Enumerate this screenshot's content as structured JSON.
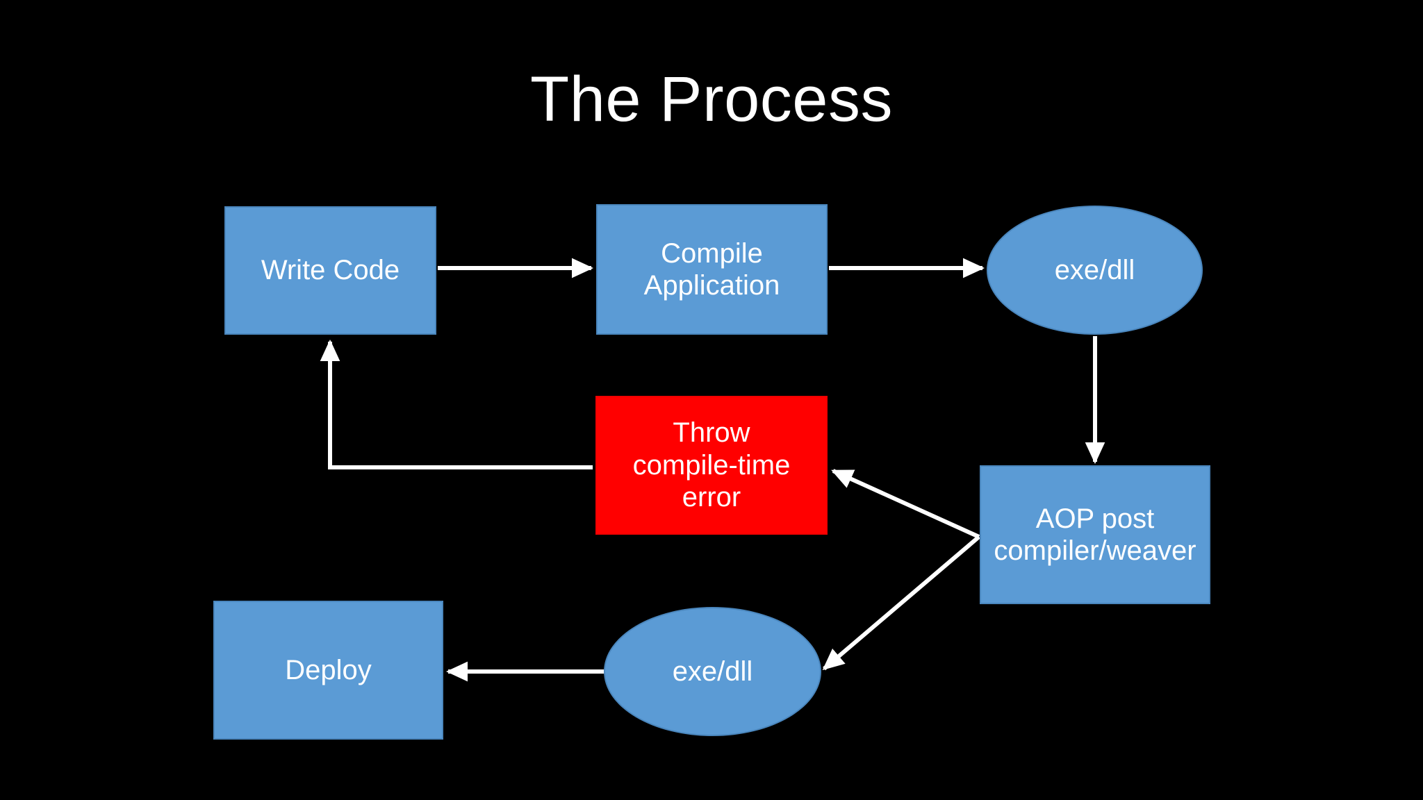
{
  "slide": {
    "title": "The Process",
    "background_color": "#000000",
    "title_color": "#ffffff",
    "accent_color": "#5B9BD5",
    "danger_color": "#FF0000",
    "connector_color": "#FFFFFF"
  },
  "nodes": [
    {
      "id": "write-code",
      "label": "Write Code",
      "shape": "rect",
      "fill": "#5B9BD5"
    },
    {
      "id": "compile",
      "label": "Compile\nApplication",
      "shape": "rect",
      "fill": "#5B9BD5"
    },
    {
      "id": "exe-dll-top",
      "label": "exe/dll",
      "shape": "ellipse",
      "fill": "#5B9BD5"
    },
    {
      "id": "throw-error",
      "label": "Throw\ncompile-time\nerror",
      "shape": "rect",
      "fill": "#FF0000"
    },
    {
      "id": "aop",
      "label": "AOP post\ncompiler/weaver",
      "shape": "rect",
      "fill": "#5B9BD5"
    },
    {
      "id": "deploy",
      "label": "Deploy",
      "shape": "rect",
      "fill": "#5B9BD5"
    },
    {
      "id": "exe-dll-bot",
      "label": "exe/dll",
      "shape": "ellipse",
      "fill": "#5B9BD5"
    }
  ],
  "connectors": [
    {
      "id": "write-code-to-compile",
      "from": "write-code",
      "to": "compile",
      "kind": "straight",
      "direction": "right"
    },
    {
      "id": "compile-to-exe-dll-top",
      "from": "compile",
      "to": "exe-dll-top",
      "kind": "straight",
      "direction": "right"
    },
    {
      "id": "exe-dll-top-to-aop",
      "from": "exe-dll-top",
      "to": "aop",
      "kind": "straight",
      "direction": "down"
    },
    {
      "id": "aop-to-throw-error",
      "from": "aop",
      "to": "throw-error",
      "kind": "diagonal",
      "direction": "up-left"
    },
    {
      "id": "aop-to-exe-dll-bot",
      "from": "aop",
      "to": "exe-dll-bot",
      "kind": "diagonal",
      "direction": "down-left"
    },
    {
      "id": "exe-dll-bot-to-deploy",
      "from": "exe-dll-bot",
      "to": "deploy",
      "kind": "straight",
      "direction": "left"
    },
    {
      "id": "throw-error-to-write-code",
      "from": "throw-error",
      "to": "write-code",
      "kind": "elbow",
      "direction": "up"
    }
  ]
}
